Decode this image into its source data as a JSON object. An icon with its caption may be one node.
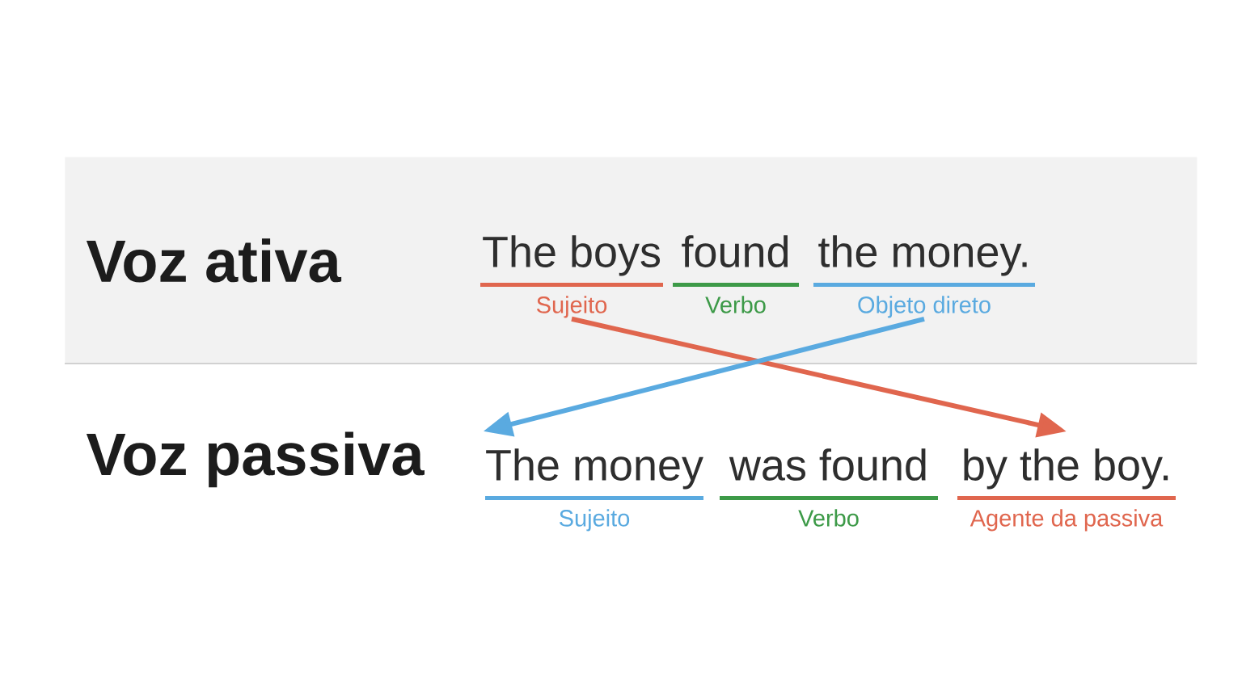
{
  "diagram": {
    "nodes": [
      {
        "text": [
          "Voz ativa"
        ]
      },
      {
        "text": [
          "The boys",
          "Sujeito"
        ],
        "in": 0
      },
      {
        "text": [
          "found",
          "Verbo"
        ],
        "in": 0
      },
      {
        "text": [
          "the money.",
          "Objeto direto"
        ],
        "in": 0
      },
      {
        "text": [
          "The money",
          "Sujeito"
        ]
      },
      {
        "text": [
          "was found",
          "Verbo"
        ]
      },
      {
        "text": [
          "by the boy.",
          "Agente da passiva"
        ]
      }
    ],
    "edges": [
      {
        "from": 1,
        "to": 6,
        "arrow": "to",
        "color": "#e0664e"
      },
      {
        "from": 3,
        "to": 4,
        "arrow": "to",
        "color": "#5aaae0"
      }
    ],
    "labels": [
      "Voz passiva"
    ]
  }
}
